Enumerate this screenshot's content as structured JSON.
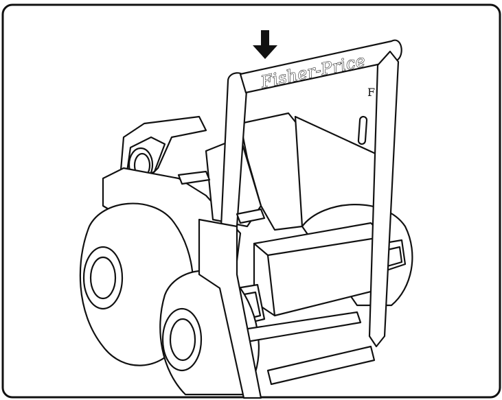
{
  "illustration": {
    "brand_text": "Fisher-Price",
    "handle_logo": "F",
    "indicator": "arrow-down-icon",
    "subject": "toy-vehicle-with-handle",
    "colors": {
      "stroke": "#111111",
      "background": "#ffffff",
      "frame": "#111111"
    }
  }
}
